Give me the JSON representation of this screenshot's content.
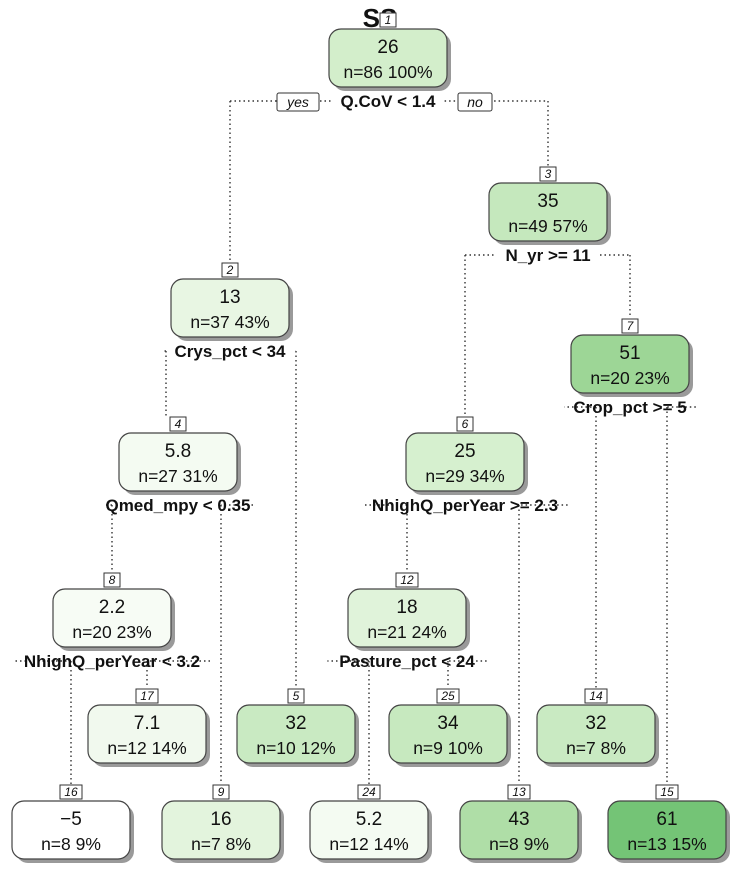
{
  "title": "SS",
  "branch_labels": {
    "yes": "yes",
    "no": "no"
  },
  "nodes": [
    {
      "id": "1",
      "value": "26",
      "stats": "n=86  100%",
      "split": "Q.CoV < 1.4",
      "fill": "#d3eecb"
    },
    {
      "id": "2",
      "value": "13",
      "stats": "n=37  43%",
      "split": "Crys_pct < 34",
      "fill": "#e8f6e3"
    },
    {
      "id": "3",
      "value": "35",
      "stats": "n=49  57%",
      "split": "N_yr >= 11",
      "fill": "#c5e8bd"
    },
    {
      "id": "4",
      "value": "5.8",
      "stats": "n=27  31%",
      "split": "Qmed_mpy < 0.35",
      "fill": "#f4fbf2"
    },
    {
      "id": "6",
      "value": "25",
      "stats": "n=29  34%",
      "split": "NhighQ_perYear >= 2.3",
      "fill": "#d6f0cf"
    },
    {
      "id": "7",
      "value": "51",
      "stats": "n=20  23%",
      "split": "Crop_pct >= 5",
      "fill": "#9dd696"
    },
    {
      "id": "8",
      "value": "2.2",
      "stats": "n=20  23%",
      "split": "NhighQ_perYear < 3.2",
      "fill": "#f7fcf5"
    },
    {
      "id": "12",
      "value": "18",
      "stats": "n=21  24%",
      "split": "Pasture_pct < 24",
      "fill": "#e0f3da"
    },
    {
      "id": "17",
      "value": "7.1",
      "stats": "n=12  14%",
      "split": "",
      "fill": "#f1f9ee"
    },
    {
      "id": "5",
      "value": "32",
      "stats": "n=10  12%",
      "split": "",
      "fill": "#c9eac2"
    },
    {
      "id": "25",
      "value": "34",
      "stats": "n=9  10%",
      "split": "",
      "fill": "#c7e9bf"
    },
    {
      "id": "14",
      "value": "32",
      "stats": "n=7  8%",
      "split": "",
      "fill": "#c9eac2"
    },
    {
      "id": "16",
      "value": "−5",
      "stats": "n=8  9%",
      "split": "",
      "fill": "#ffffff"
    },
    {
      "id": "9",
      "value": "16",
      "stats": "n=7  8%",
      "split": "",
      "fill": "#e3f4dd"
    },
    {
      "id": "24",
      "value": "5.2",
      "stats": "n=12  14%",
      "split": "",
      "fill": "#f4fbf2"
    },
    {
      "id": "13",
      "value": "43",
      "stats": "n=8  9%",
      "split": "",
      "fill": "#afdea7"
    },
    {
      "id": "15",
      "value": "61",
      "stats": "n=13  15%",
      "split": "",
      "fill": "#74c476"
    }
  ]
}
